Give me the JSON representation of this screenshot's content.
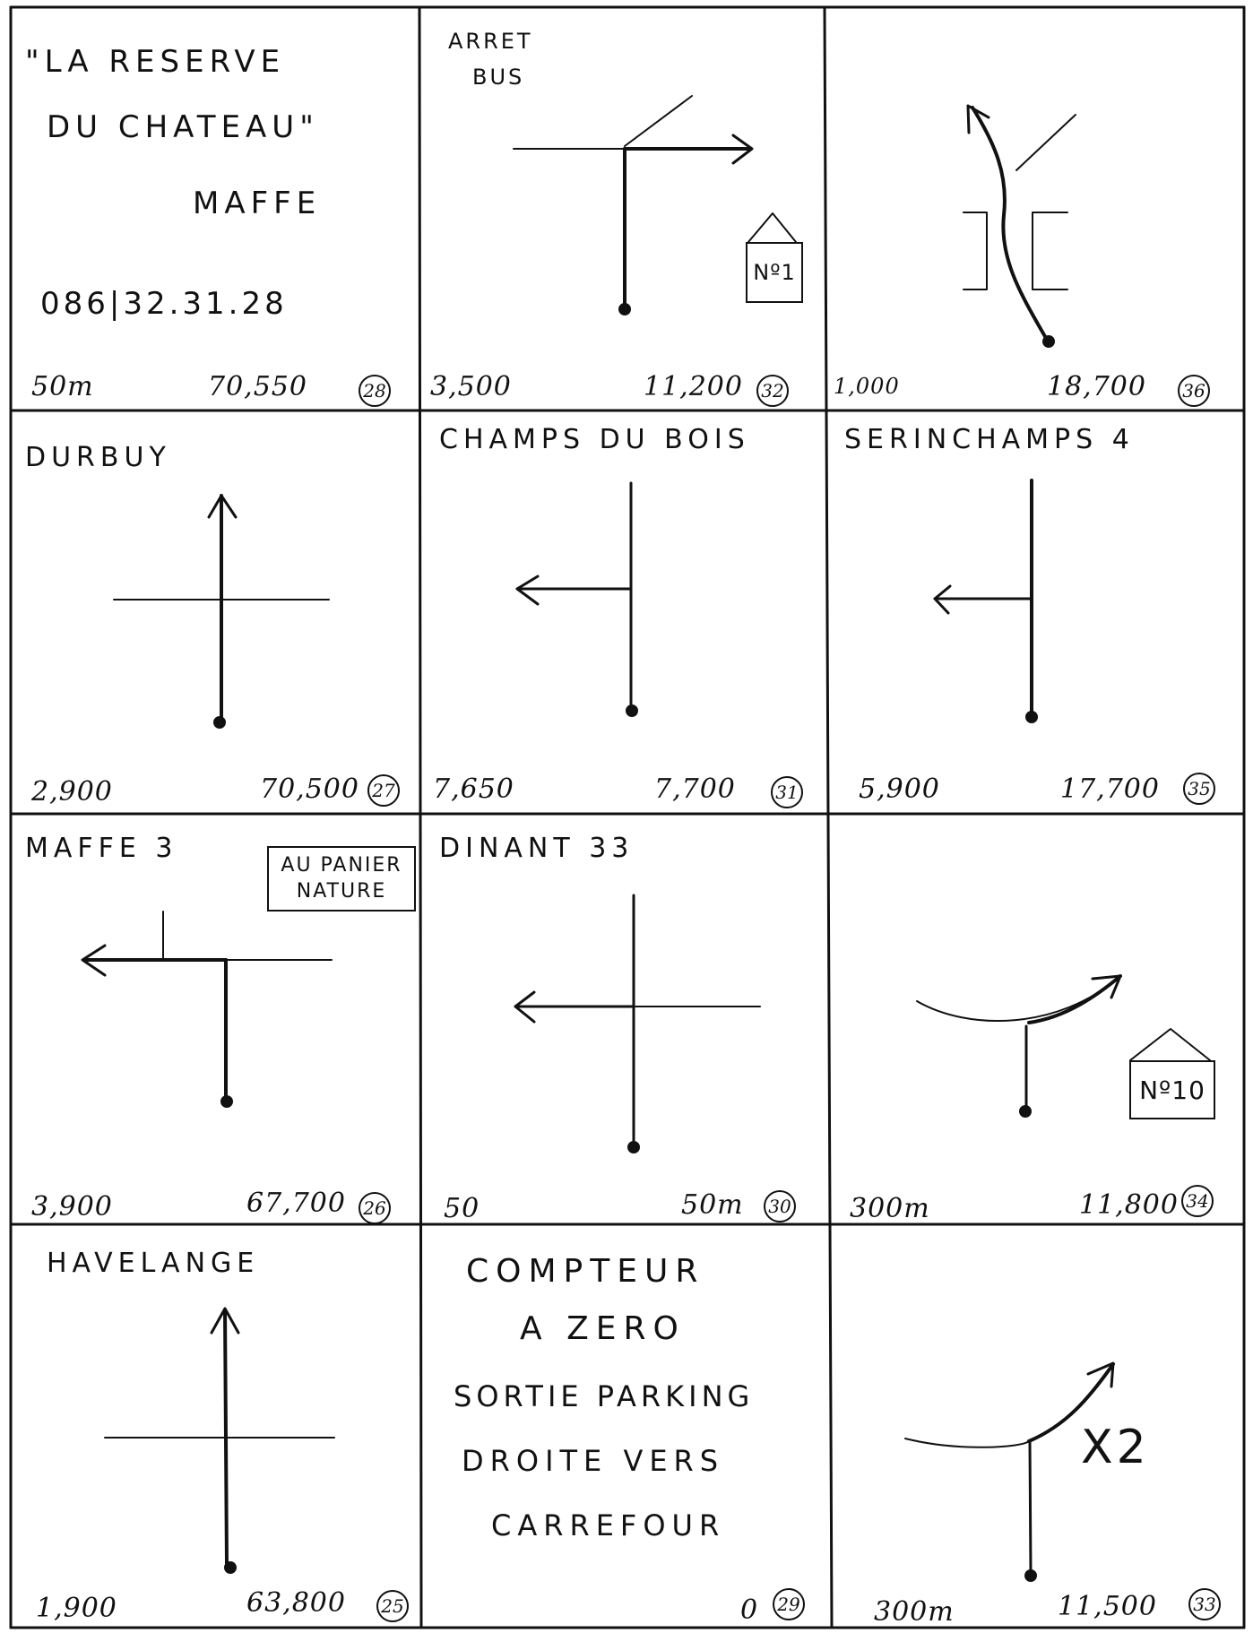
{
  "cells": {
    "r1c1": {
      "title_line1": "\"LA RESERVE",
      "title_line2": "DU CHATEAU\"",
      "title_line3": "MAFFE",
      "phone": "086|32.31.28",
      "left": "50m",
      "right": "70,550",
      "step": "28"
    },
    "r1c2": {
      "title_line1": "ARRET",
      "title_line2": "BUS",
      "tag": "Nº1",
      "left": "3,500",
      "right": "11,200",
      "step": "32"
    },
    "r1c3": {
      "left": "1,000",
      "right": "18,700",
      "step": "36"
    },
    "r2c1": {
      "title": "DURBUY",
      "left": "2,900",
      "right": "70,500",
      "step": "27"
    },
    "r2c2": {
      "title": "CHAMPS DU BOIS",
      "left": "7,650",
      "right": "7,700",
      "step": "31"
    },
    "r2c3": {
      "title": "SERINCHAMPS 4",
      "left": "5,900",
      "right": "17,700",
      "step": "35"
    },
    "r3c1": {
      "title": "MAFFE 3",
      "box_line1": "AU PANIER",
      "box_line2": "NATURE",
      "left": "3,900",
      "right": "67,700",
      "step": "26"
    },
    "r3c2": {
      "title": "DINANT 33",
      "left": "50",
      "right": "50m",
      "step": "30"
    },
    "r3c3": {
      "tag": "Nº10",
      "left": "300m",
      "right": "11,800",
      "step": "34"
    },
    "r4c1": {
      "title": "HAVELANGE",
      "left": "1,900",
      "right": "63,800",
      "step": "25"
    },
    "r4c2": {
      "line1": "COMPTEUR",
      "line2": "A ZERO",
      "line3": "SORTIE PARKING",
      "line4": "DROITE VERS",
      "line5": "CARREFOUR",
      "right": "0",
      "step": "29"
    },
    "r4c3": {
      "multiplier": "X2",
      "left": "300m",
      "right": "11,500",
      "step": "33"
    }
  }
}
